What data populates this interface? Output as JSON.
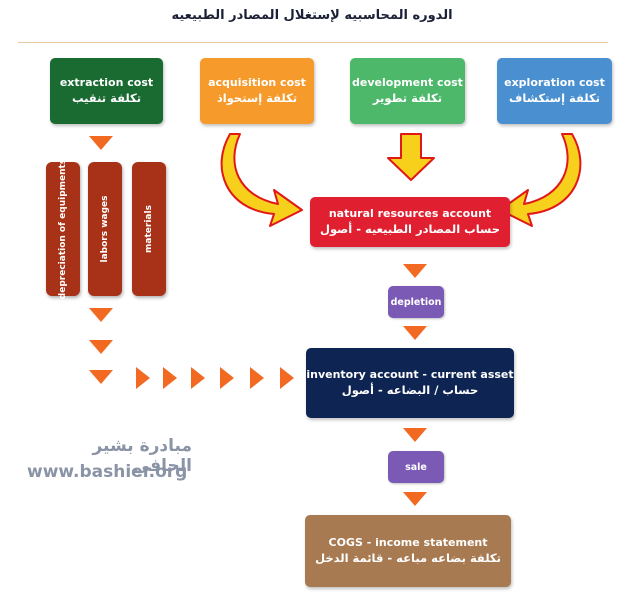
{
  "title": "الدوره المحاسبيه لإستغلال المصادر الطبيعيه",
  "cost_boxes": [
    {
      "en": "extraction cost",
      "ar": "تكلفة تنقيب",
      "color": "#1a6b32"
    },
    {
      "en": "acquisition cost",
      "ar": "تكلفة إستحواذ",
      "color": "#f59a2b"
    },
    {
      "en": "development cost",
      "ar": "تكلفة تطوير",
      "color": "#4db86a"
    },
    {
      "en": "exploration cost",
      "ar": "تكلفة إستكشاف",
      "color": "#4a8fd0"
    }
  ],
  "extraction_items": [
    "depreciation of equipments",
    "labors wages",
    "materials"
  ],
  "natural_resources": {
    "en": "natural resources account",
    "ar": "حساب المصادر الطبيعيه - أصول",
    "color": "#e02030"
  },
  "depletion_label": "depletion",
  "inventory": {
    "en": "inventory account - current asset",
    "ar": "حساب / البضاعه - أصول",
    "color": "#0e2452"
  },
  "sale_label": "sale",
  "cogs": {
    "en": "COGS - income statement",
    "ar": "تكلفة بضاعه مباعه - قائمة الدخل",
    "color": "#a87a52"
  },
  "pill_color": "#7b5ab5",
  "arrow_color": "#f26a21",
  "curved_arrow_color": "#f7d01c",
  "watermark": {
    "ar": "مبادرة بشير الحافي",
    "en": "www.bashier.org"
  }
}
